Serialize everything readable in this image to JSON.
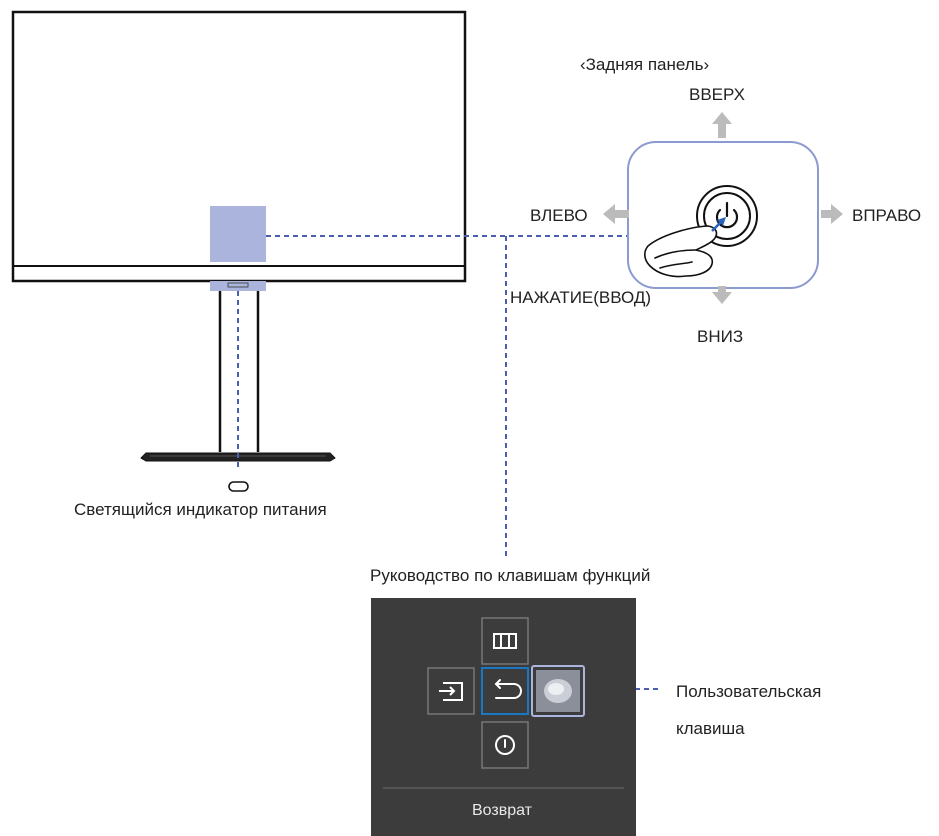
{
  "labels": {
    "rear_panel": "‹Задняя панель›",
    "up": "ВВЕРХ",
    "down": "ВНИЗ",
    "left": "ВЛЕВО",
    "right": "ВПРАВО",
    "press": "НАЖАТИЕ(ВВОД)",
    "power_indicator": "Светящийся индикатор питания",
    "function_key_guide": "Руководство по клавишам функций",
    "custom_key_line1": "Пользовательская",
    "custom_key_line2": "клавиша"
  },
  "menu": {
    "bottom_label": "Возврат",
    "icons": [
      "menu-icon",
      "source-icon",
      "return-icon",
      "custom-key-icon",
      "power-icon"
    ]
  },
  "colors": {
    "highlight": "#aab4dc",
    "dash_line": "#4a5fb0",
    "menu_bg": "#3c3c3c",
    "selected_border": "#1a78c2",
    "arrow": "#bbbbbb"
  }
}
